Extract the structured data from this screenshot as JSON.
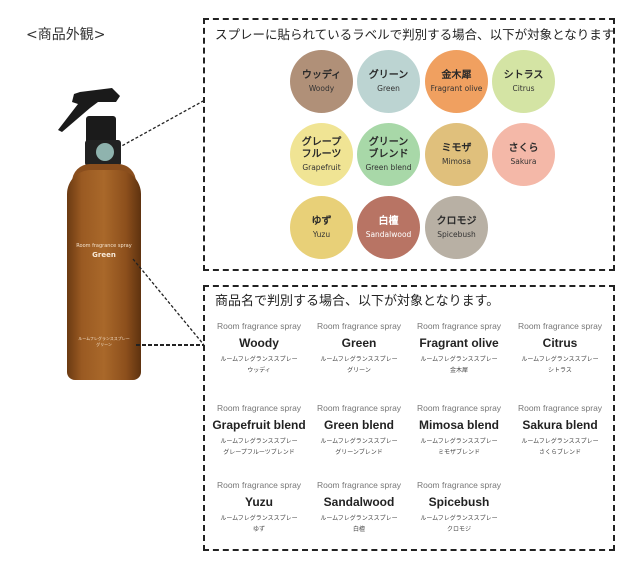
{
  "heading": "<商品外観>",
  "bottle": {
    "label_line": "Room fragrance spray",
    "label_name": "Green",
    "label_jp1": "ルームフレグランススプレー",
    "label_jp2": "グリーン",
    "cap_color": "#8fb3ae",
    "glass_color": "#9a5a22"
  },
  "label_section": {
    "title": "スプレーに貼られているラベルで判別する場合、以下が対象となります",
    "circles": [
      {
        "jp": "ウッディ",
        "en": "Woody",
        "color": "#b09078"
      },
      {
        "jp": "グリーン",
        "en": "Green",
        "color": "#bcd4d2"
      },
      {
        "jp": "金木犀",
        "en": "Fragrant olive",
        "color": "#f0a060"
      },
      {
        "jp": "シトラス",
        "en": "Citrus",
        "color": "#d4e4a4"
      },
      {
        "jp": "グレープ\nフルーツ",
        "en": "Grapefruit",
        "color": "#f0e494"
      },
      {
        "jp": "グリーン\nブレンド",
        "en": "Green blend",
        "color": "#a8d8a8"
      },
      {
        "jp": "ミモザ",
        "en": "Mimosa",
        "color": "#e0c07c"
      },
      {
        "jp": "さくら",
        "en": "Sakura",
        "color": "#f4b8a8"
      },
      {
        "jp": "ゆず",
        "en": "Yuzu",
        "color": "#e8d078"
      },
      {
        "jp": "白檀",
        "en": "Sandalwood",
        "color": "#b87464"
      },
      {
        "jp": "クロモジ",
        "en": "Spicebush",
        "color": "#b8b0a4"
      }
    ]
  },
  "name_section": {
    "title": "商品名で判別する場合、以下が対象となります。",
    "products": [
      {
        "line": "Room fragrance spray",
        "name": "Woody",
        "jp1": "ルームフレグランススプレー",
        "jp2": "ウッディ"
      },
      {
        "line": "Room fragrance spray",
        "name": "Green",
        "jp1": "ルームフレグランススプレー",
        "jp2": "グリーン"
      },
      {
        "line": "Room fragrance spray",
        "name": "Fragrant olive",
        "jp1": "ルームフレグランススプレー",
        "jp2": "金木犀"
      },
      {
        "line": "Room fragrance spray",
        "name": "Citrus",
        "jp1": "ルームフレグランススプレー",
        "jp2": "シトラス"
      },
      {
        "line": "Room fragrance spray",
        "name": "Grapefruit blend",
        "jp1": "ルームフレグランススプレー",
        "jp2": "グレープフルーツブレンド"
      },
      {
        "line": "Room fragrance spray",
        "name": "Green blend",
        "jp1": "ルームフレグランススプレー",
        "jp2": "グリーンブレンド"
      },
      {
        "line": "Room fragrance spray",
        "name": "Mimosa blend",
        "jp1": "ルームフレグランススプレー",
        "jp2": "ミモザブレンド"
      },
      {
        "line": "Room fragrance spray",
        "name": "Sakura blend",
        "jp1": "ルームフレグランススプレー",
        "jp2": "さくらブレンド"
      },
      {
        "line": "Room fragrance spray",
        "name": "Yuzu",
        "jp1": "ルームフレグランススプレー",
        "jp2": "ゆず"
      },
      {
        "line": "Room fragrance spray",
        "name": "Sandalwood",
        "jp1": "ルームフレグランススプレー",
        "jp2": "白檀"
      },
      {
        "line": "Room fragrance spray",
        "name": "Spicebush",
        "jp1": "ルームフレグランススプレー",
        "jp2": "クロモジ"
      }
    ]
  }
}
